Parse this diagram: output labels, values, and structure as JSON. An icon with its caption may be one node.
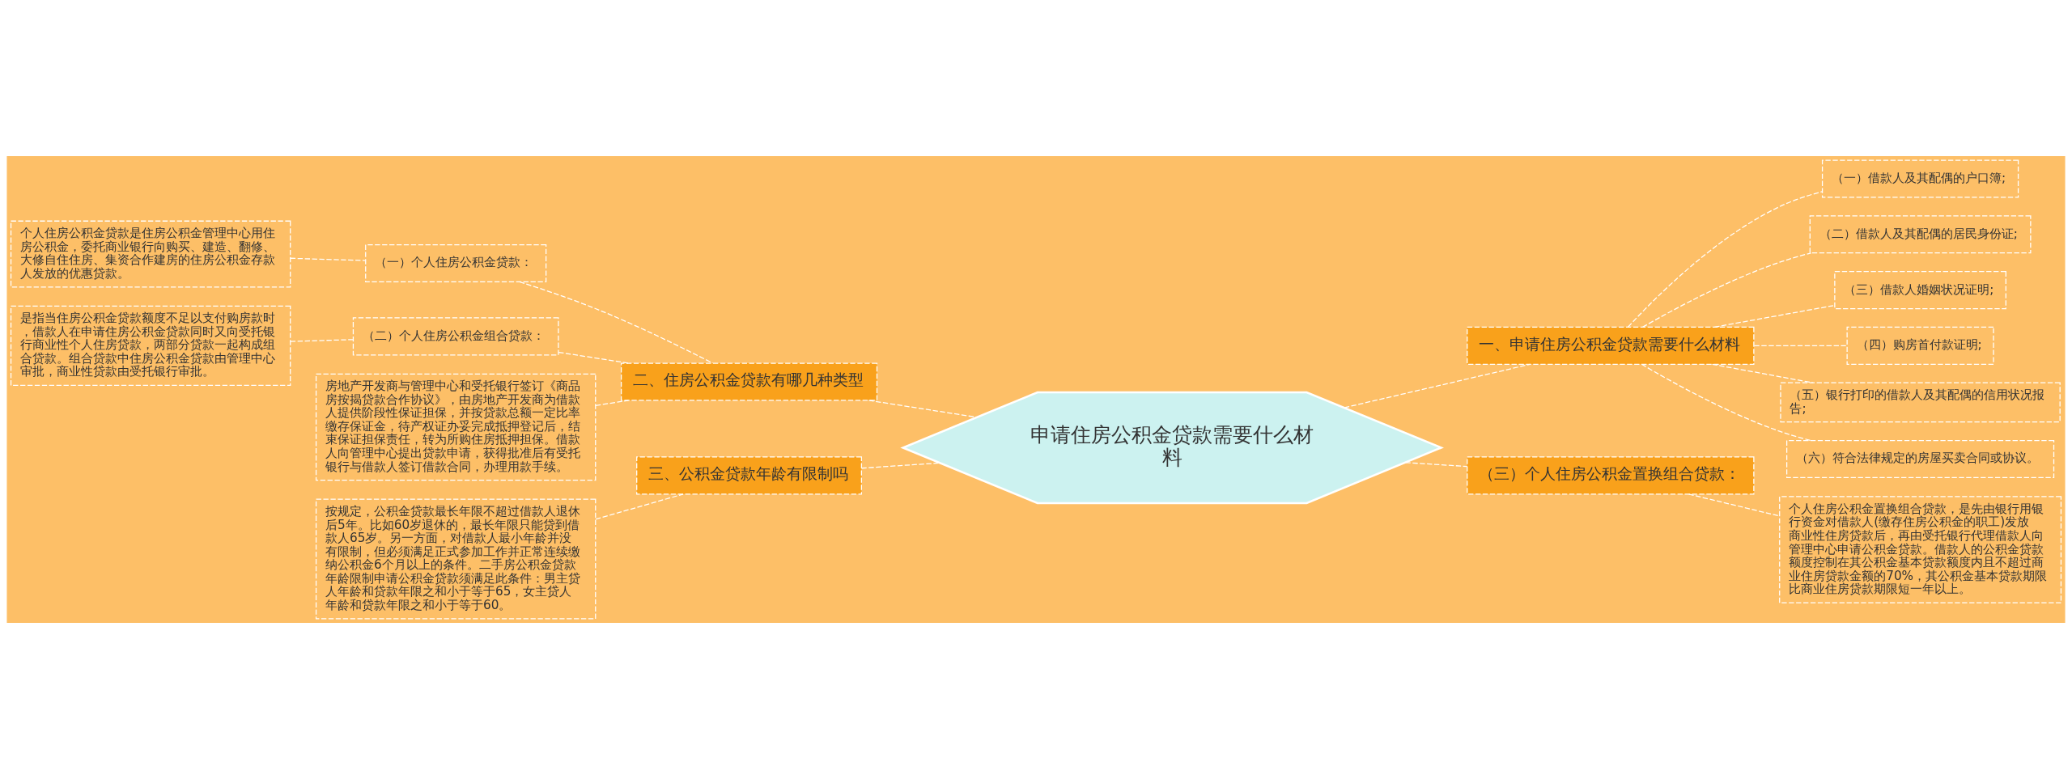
{
  "diagram": {
    "nodes": [
      {
        "text": [
          "申请住房公积金贷款需要什么材料"
        ]
      },
      {
        "text": [
          "二、住房公积金贷款有哪几种类型"
        ]
      },
      {
        "text": [
          "（一）个人住房公积金贷款："
        ]
      },
      {
        "text": [
          "个人住房公积金贷款是住房公积金管理中心用住房公积金，委托商业银行向购买、建造、翻修、大修自住住房、集资合作建房的住房公积金存款人发放的优惠贷款。"
        ]
      },
      {
        "text": [
          "（二）个人住房公积金组合贷款："
        ]
      },
      {
        "text": [
          "是指当住房公积金贷款额度不足以支付购房款时，借款人在申请住房公积金贷款同时又向受托银行商业性个人住房贷款，两部分贷款一起构成组合贷款。组合贷款中住房公积金贷款由管理中心审批，商业性贷款由受托银行审批。"
        ]
      },
      {
        "text": [
          "房地产开发商与管理中心和受托银行签订《商品房按揭贷款合作协议》，由房地产开发商为借款人提供阶段性保证担保，并按贷款总额一定比率缴存保证金，待产权证办妥完成抵押登记后，结束保证担保责任，转为所购住房抵押担保。借款人向管理中心提出贷款申请，获得批准后有受托银行与借款人签订借款合同，办理用款手续。"
        ]
      },
      {
        "text": [
          "三、公积金贷款年龄有限制吗"
        ]
      },
      {
        "text": [
          "按规定，公积金贷款最长年限不超过借款人退休后5年。比如60岁退休的，最长年限只能贷到借款人65岁。另一方面，对借款人最小年龄并没有限制，但必须满足正式参加工作并正常连续缴纳公积金6个月以上的条件。二手房公积金贷款年龄限制申请公积金贷款须满足此条件：男主贷人年龄和贷款年限之和小于等于65，女主贷人年龄和贷款年限之和小于等于60。"
        ]
      },
      {
        "text": [
          "一、申请住房公积金贷款需要什么材料"
        ]
      },
      {
        "text": [
          "（一）借款人及其配偶的户口簿;"
        ]
      },
      {
        "text": [
          "（二）借款人及其配偶的居民身份证;"
        ]
      },
      {
        "text": [
          "（三）借款人婚姻状况证明;"
        ]
      },
      {
        "text": [
          "（四）购房首付款证明;"
        ]
      },
      {
        "text": [
          "（五）银行打印的借款人及其配偶的信用状况报告;"
        ]
      },
      {
        "text": [
          "（六）符合法律规定的房屋买卖合同或协议。"
        ]
      },
      {
        "text": [
          "（三）个人住房公积金置换组合贷款："
        ]
      },
      {
        "text": [
          "个人住房公积金置换组合贷款，是先由银行用银行资金对借款人(缴存住房公积金的职工)发放商业性住房贷款后，再由受托银行代理借款人向管理中心申请公积金贷款。借款人的公积金贷款额度控制在其公积金基本贷款额度内且不超过商业住房贷款金额的70%，其公积金基本贷款期限比商业住房贷款期限短一年以上。"
        ]
      }
    ],
    "edges": [
      {
        "from": 0,
        "to": 1,
        "arrow": "none",
        "style": "dashed"
      },
      {
        "from": 1,
        "to": 2,
        "arrow": "none",
        "style": "dashed"
      },
      {
        "from": 2,
        "to": 3,
        "arrow": "none",
        "style": "dashed"
      },
      {
        "from": 1,
        "to": 4,
        "arrow": "none",
        "style": "dashed"
      },
      {
        "from": 4,
        "to": 5,
        "arrow": "none",
        "style": "dashed"
      },
      {
        "from": 1,
        "to": 6,
        "arrow": "none",
        "style": "dashed"
      },
      {
        "from": 0,
        "to": 7,
        "arrow": "none",
        "style": "dashed"
      },
      {
        "from": 7,
        "to": 8,
        "arrow": "none",
        "style": "dashed"
      },
      {
        "from": 0,
        "to": 9,
        "arrow": "none",
        "style": "dashed"
      },
      {
        "from": 9,
        "to": 10,
        "arrow": "none",
        "style": "dashed"
      },
      {
        "from": 9,
        "to": 11,
        "arrow": "none",
        "style": "dashed"
      },
      {
        "from": 9,
        "to": 12,
        "arrow": "none",
        "style": "dashed"
      },
      {
        "from": 9,
        "to": 13,
        "arrow": "none",
        "style": "dashed"
      },
      {
        "from": 9,
        "to": 14,
        "arrow": "none",
        "style": "dashed"
      },
      {
        "from": 9,
        "to": 15,
        "arrow": "none",
        "style": "dashed"
      },
      {
        "from": 0,
        "to": 16,
        "arrow": "none",
        "style": "dashed"
      },
      {
        "from": 16,
        "to": 17,
        "arrow": "none",
        "style": "dashed"
      }
    ]
  }
}
